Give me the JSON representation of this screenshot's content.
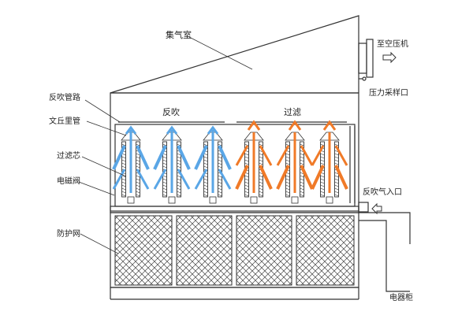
{
  "labels": {
    "collector_chamber": "集气室",
    "to_compressor": "至空压机",
    "pressure_port": "压力采样口",
    "backflush_pipe": "反吹管路",
    "venturi": "文丘里管",
    "filter_element": "过滤芯",
    "solenoid_valve": "电磁阀",
    "backflush_inlet": "反吹气入口",
    "screen": "防护网",
    "electrical_box": "电器柜",
    "mode_backflush": "反吹",
    "mode_filtering": "过滤"
  },
  "colors": {
    "backflush_arrow": "#5aa6e6",
    "filtering_arrow": "#f07a28",
    "line": "#333333"
  },
  "icons": {
    "arrow_left": "inlet-arrow-icon",
    "arrow_right": "outlet-arrow-icon"
  }
}
